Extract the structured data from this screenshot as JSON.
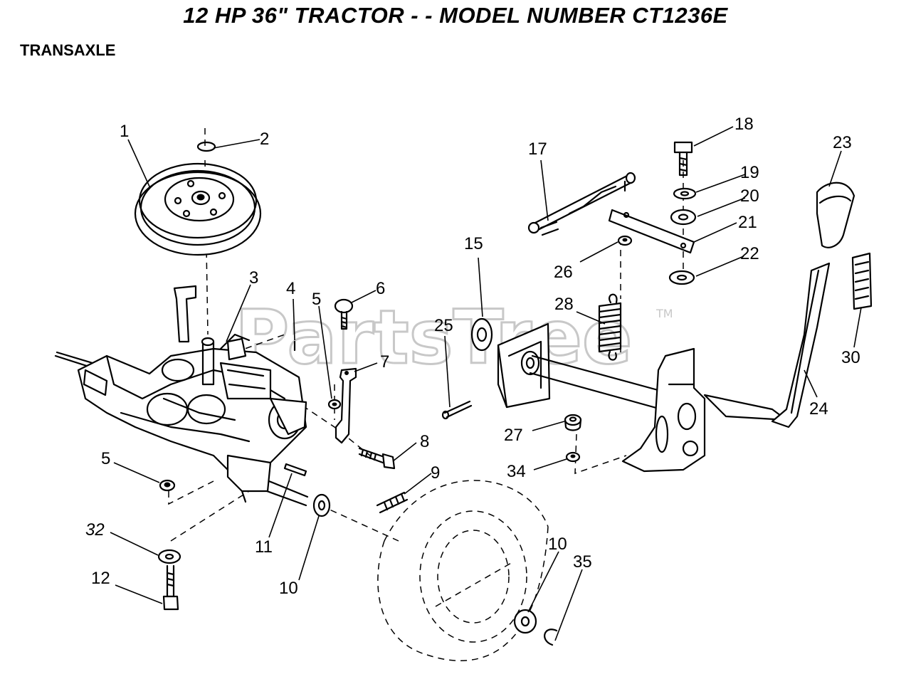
{
  "title": "12 HP 36\" TRACTOR - - MODEL NUMBER CT1236E",
  "section": "TRANSAXLE",
  "watermark": "PartsTree",
  "trademark": "TM",
  "callouts": [
    {
      "id": "c1",
      "label": "1"
    },
    {
      "id": "c2",
      "label": "2"
    },
    {
      "id": "c3",
      "label": "3"
    },
    {
      "id": "c4",
      "label": "4"
    },
    {
      "id": "c5a",
      "label": "5"
    },
    {
      "id": "c5b",
      "label": "5"
    },
    {
      "id": "c6",
      "label": "6"
    },
    {
      "id": "c7",
      "label": "7"
    },
    {
      "id": "c8",
      "label": "8"
    },
    {
      "id": "c9",
      "label": "9"
    },
    {
      "id": "c10a",
      "label": "10"
    },
    {
      "id": "c10b",
      "label": "10"
    },
    {
      "id": "c11",
      "label": "11"
    },
    {
      "id": "c12",
      "label": "12"
    },
    {
      "id": "c15",
      "label": "15"
    },
    {
      "id": "c17",
      "label": "17"
    },
    {
      "id": "c18",
      "label": "18"
    },
    {
      "id": "c19",
      "label": "19"
    },
    {
      "id": "c20",
      "label": "20"
    },
    {
      "id": "c21",
      "label": "21"
    },
    {
      "id": "c22",
      "label": "22"
    },
    {
      "id": "c23",
      "label": "23"
    },
    {
      "id": "c24",
      "label": "24"
    },
    {
      "id": "c25",
      "label": "25"
    },
    {
      "id": "c26",
      "label": "26"
    },
    {
      "id": "c27",
      "label": "27"
    },
    {
      "id": "c28",
      "label": "28"
    },
    {
      "id": "c30",
      "label": "30"
    },
    {
      "id": "c32",
      "label": "32"
    },
    {
      "id": "c34",
      "label": "34"
    },
    {
      "id": "c35",
      "label": "35"
    }
  ]
}
